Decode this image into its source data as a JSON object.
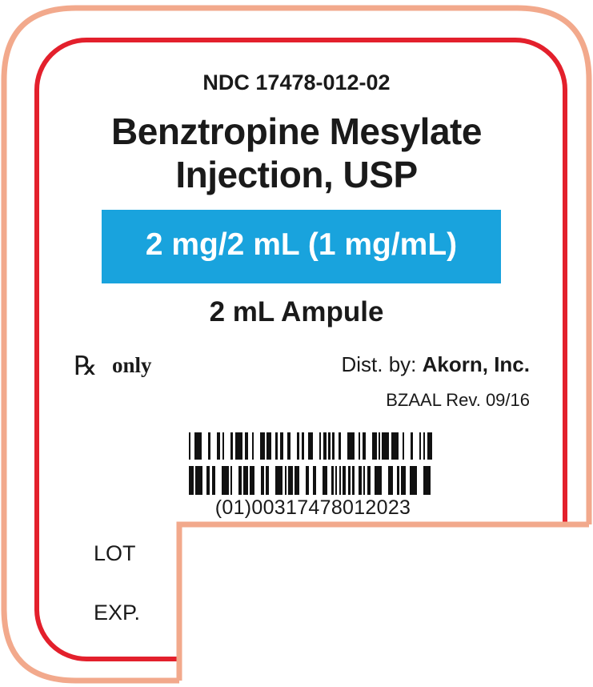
{
  "label": {
    "ndc": "NDC 17478-012-02",
    "title_line1": "Benztropine Mesylate",
    "title_line2": "Injection, USP",
    "strength": "2 mg/2 mL (1 mg/mL)",
    "package": "2 mL Ampule",
    "rx_symbol": "℞",
    "rx_text": "only",
    "dist_prefix": "Dist. by: ",
    "distributor": "Akorn, Inc.",
    "revision": "BZAAL Rev. 09/16",
    "barcode_text": "(01)00317478012023",
    "lot_label": "LOT",
    "exp_label": "EXP."
  },
  "colors": {
    "outer_border": "#f2a98c",
    "inner_border": "#e3202c",
    "strength_band": "#19a3dd",
    "strength_text": "#ffffff",
    "text": "#1a1a1a"
  }
}
